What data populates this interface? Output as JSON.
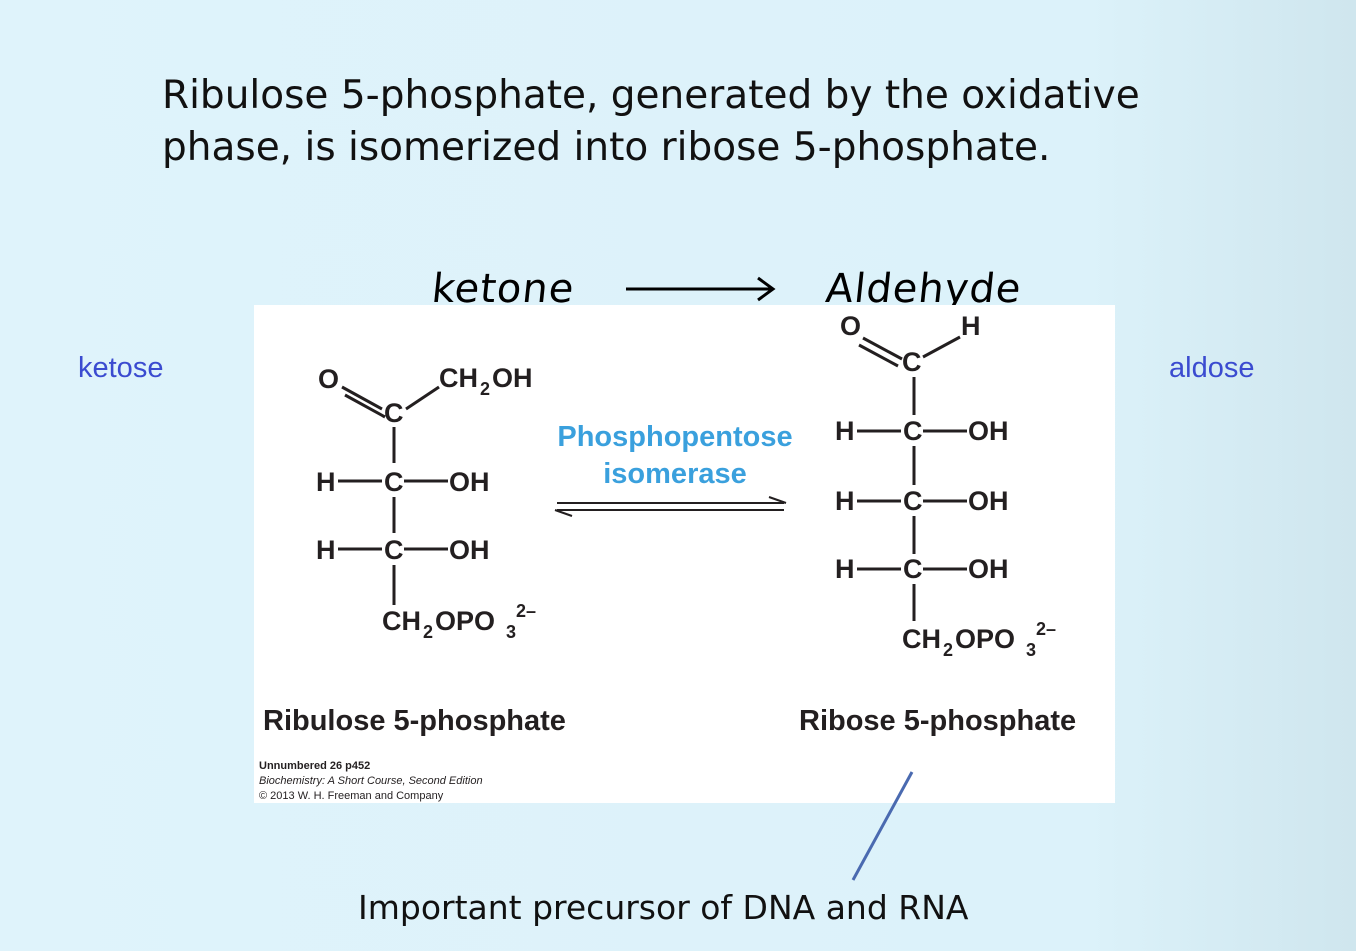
{
  "slide": {
    "title_line1": "Ribulose 5-phosphate, generated by the oxidative",
    "title_line2": "phase, is isomerized into ribose 5-phosphate.",
    "left_label": "ketose",
    "right_label": "aldose",
    "handwritten_left": "ketone",
    "handwritten_right": "Aldehyde",
    "footer_note": "Important precursor of DNA and RNA"
  },
  "figure": {
    "enzyme_line1": "Phosphopentose",
    "enzyme_line2": "isomerase",
    "left_compound": "Ribulose 5-phosphate",
    "right_compound": "Ribose 5-phosphate",
    "credit_line1": "Unnumbered 26 p452",
    "credit_line2": "Biochemistry: A Short Course, Second Edition",
    "credit_line3": "© 2013 W. H. Freeman and Company"
  },
  "colors": {
    "background": "#dff3fb",
    "side_labels": "#3b4bd0",
    "enzyme": "#3aa0dd",
    "annotation_line": "#4a6ab0"
  }
}
